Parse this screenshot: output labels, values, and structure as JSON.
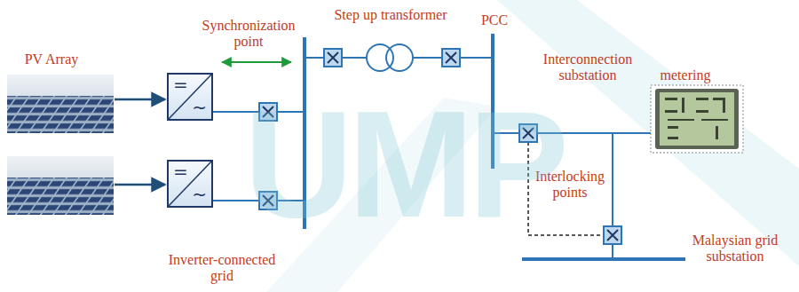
{
  "diagram": {
    "nodes": [
      {
        "text": [
          "=",
          "~"
        ]
      },
      {
        "text": [
          "=",
          "~"
        ]
      }
    ],
    "labels": [
      "PV Array",
      "Synchronization point",
      "Step up transformer",
      "PCC",
      "Interconnection substation",
      "metering",
      "Interlocking points",
      "Malaysian grid substation",
      "Inverter-connected grid",
      "UMP"
    ]
  }
}
